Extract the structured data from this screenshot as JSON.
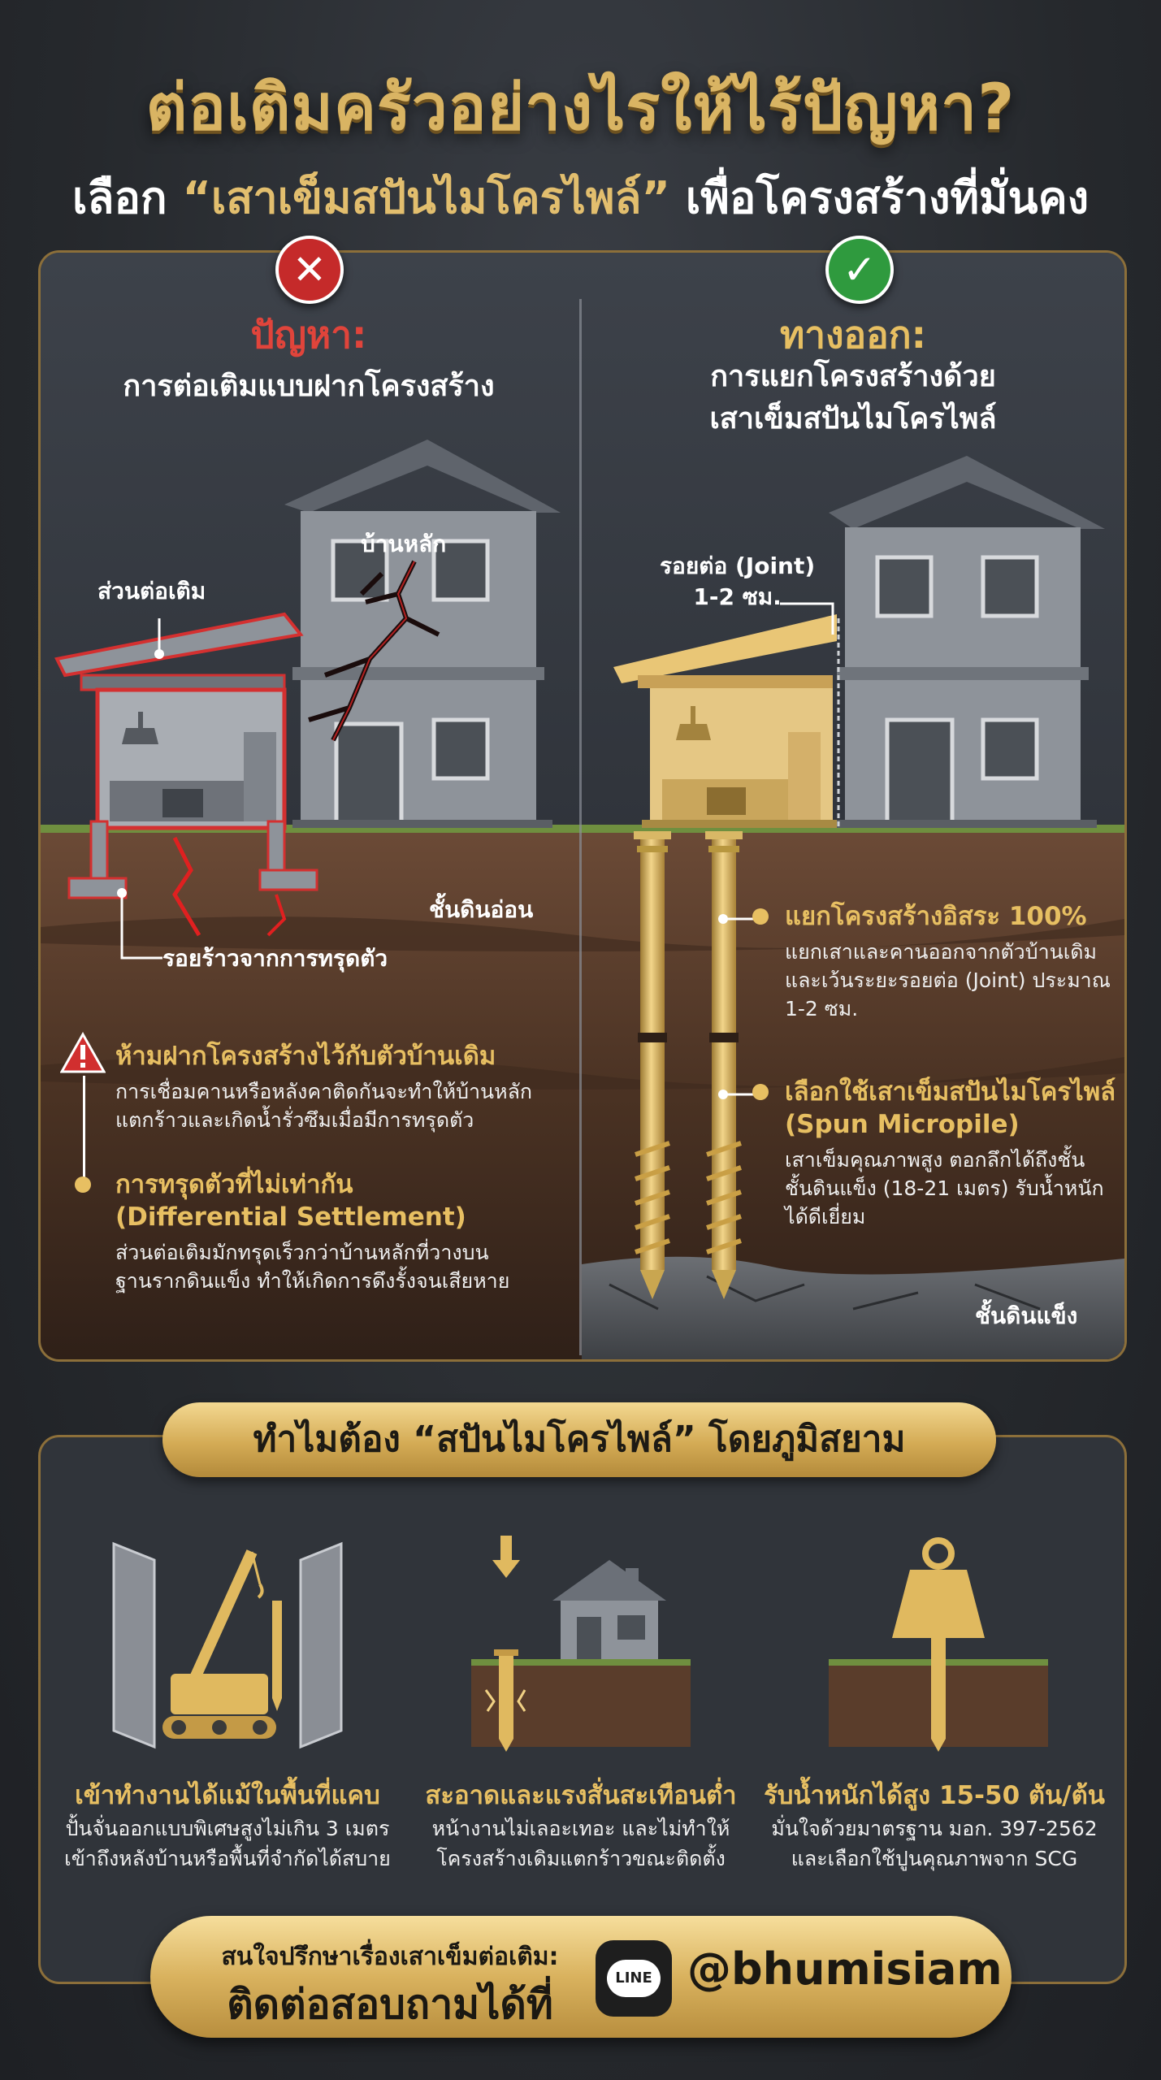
{
  "header": {
    "title": "ต่อเติมครัวอย่างไรให้ไร้ปัญหา?",
    "subtitle_prefix": "เลือก",
    "subtitle_highlight": "“เสาเข็มสปันไมโครไพล์”",
    "subtitle_suffix": "เพื่อโครงสร้างที่มั่นคง"
  },
  "problem": {
    "badge": "✕",
    "title": "ปัญหา:",
    "subtitle": "การต่อเติมแบบฝากโครงสร้าง",
    "label_main_house": "บ้านหลัก",
    "label_extension": "ส่วนต่อเติม",
    "label_soft_soil": "ชั้นดินอ่อน",
    "label_crack": "รอยร้าวจากการทรุดตัว",
    "warning_title": "ห้ามฝากโครงสร้างไว้กับตัวบ้านเดิม",
    "warning_body": [
      "การเชื่อมคานหรือหลังคาติดกันจะทำให้บ้านหลัก",
      "แตกร้าวและเกิดน้ำรั่วซึมเมื่อมีการทรุดตัว"
    ],
    "settle_title": [
      "การทรุดตัวที่ไม่เท่ากัน",
      "(Differential Settlement)"
    ],
    "settle_body": [
      "ส่วนต่อเติมมักทรุดเร็วกว่าบ้านหลักที่วางบน",
      "ฐานรากดินแข็ง ทำให้เกิดการดึงรั้งจนเสียหาย"
    ]
  },
  "solution": {
    "badge": "✓",
    "title": "ทางออก:",
    "subtitle": [
      "การแยกโครงสร้างด้วย",
      "เสาเข็มสปันไมโครไพล์"
    ],
    "label_joint": [
      "รอยต่อ (Joint)",
      "1-2 ซม."
    ],
    "label_hard_soil": "ชั้นดินแข็ง",
    "p1_title": "แยกโครงสร้างอิสระ 100%",
    "p1_body": [
      "แยกเสาและคานออกจากตัวบ้านเดิม",
      "และเว้นระยะรอยต่อ (Joint) ประมาณ",
      "1-2 ซม."
    ],
    "p2_title": [
      "เลือกใช้เสาเข็มสปันไมโครไพล์",
      "(Spun Micropile)"
    ],
    "p2_body": [
      "เสาเข็มคุณภาพสูง ตอกลึกได้ถึงชั้น",
      "ชั้นดินแข็ง (18-21 เมตร) รับน้ำหนัก",
      "ได้ดีเยี่ยม"
    ]
  },
  "why": {
    "banner": "ทำไมต้อง “สปันไมโครไพล์” โดยภูมิสยาม",
    "features": [
      {
        "title": "เข้าทำงานได้แม้ในพื้นที่แคบ",
        "body": [
          "ปั้นจั่นออกแบบพิเศษสูงไม่เกิน 3 เมตร",
          "เข้าถึงหลังบ้านหรือพื้นที่จำกัดได้สบาย"
        ]
      },
      {
        "title": "สะอาดและแรงสั่นสะเทือนต่ำ",
        "body": [
          "หน้างานไม่เลอะเทอะ และไม่ทำให้",
          "โครงสร้างเดิมแตกร้าวขณะติดตั้ง"
        ]
      },
      {
        "title": "รับน้ำหนักได้สูง 15-50 ตัน/ต้น",
        "body": [
          "มั่นใจด้วยมาตรฐาน มอก. 397-2562",
          "และเลือกใช้ปูนคุณภาพจาก SCG"
        ]
      }
    ]
  },
  "cta": {
    "small": "สนใจปรึกษาเรื่องเสาเข็มต่อเติม:",
    "big": "ติดต่อสอบถามได้ที่",
    "line_label": "LINE",
    "handle": "@bhumisiam"
  },
  "colors": {
    "gold": "#e7bf62",
    "red": "#e0443b",
    "green": "#2f9a3e",
    "bg": "#26292e"
  },
  "icons": [
    "close-icon",
    "check-icon",
    "warning-icon",
    "crane-icon",
    "pile-house-icon",
    "weight-icon",
    "line-icon"
  ]
}
